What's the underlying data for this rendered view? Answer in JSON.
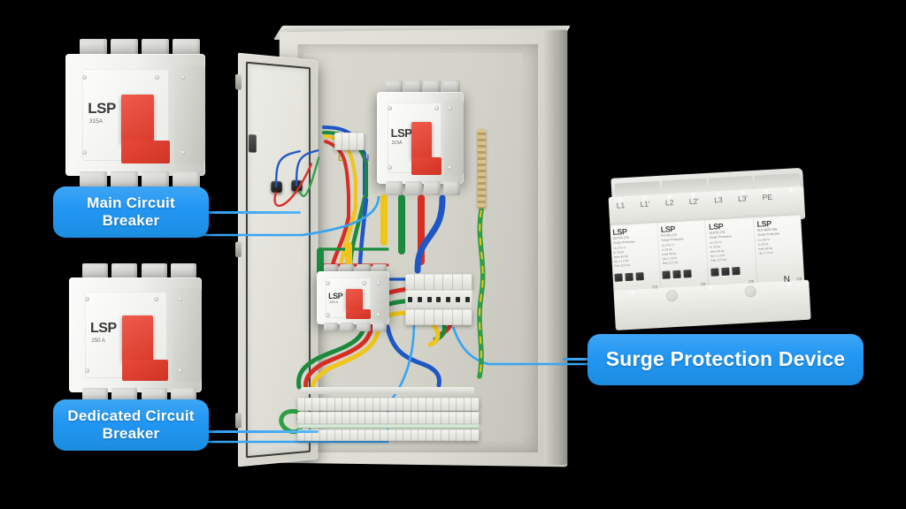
{
  "scene": {
    "background_color": "#000000",
    "title": "Electrical distribution cabinet with labelled components"
  },
  "callouts": [
    {
      "id": "main-circuit-breaker",
      "label": "Main Circuit\nBreaker",
      "line1": "Main Circuit",
      "line2": "Breaker",
      "color": "#2196f3",
      "text_color": "#ffffff"
    },
    {
      "id": "dedicated-circuit-breaker",
      "label": "Dedicated Circuit\nBreaker",
      "line1": "Dedicated Circuit",
      "line2": "Breaker",
      "color": "#2196f3",
      "text_color": "#ffffff"
    },
    {
      "id": "surge-protection-device",
      "label": "Surge Protection Device",
      "line1": "Surge Protection Device",
      "line2": "",
      "color": "#2196f3",
      "text_color": "#ffffff"
    }
  ],
  "products": {
    "main_breaker": {
      "brand": "LSP",
      "rating": "315A",
      "handle_color": "#e0442f",
      "body_color": "#f1f1ee",
      "poles": 4
    },
    "dedicated_breaker": {
      "brand": "LSP",
      "rating": "250 A",
      "handle_color": "#e0442f",
      "body_color": "#f1f1ee",
      "poles": 4
    },
    "panel_main_breaker": {
      "brand": "LSP",
      "rating": "315A",
      "handle_color": "#e0442f"
    },
    "panel_sub_breaker": {
      "brand": "LSP",
      "rating": "125 A",
      "handle_color": "#e0442f"
    },
    "spd": {
      "brand": "LSP",
      "terminals_top": [
        "L1",
        "L1'",
        "L2",
        "L2'",
        "L3",
        "L3'",
        "PE",
        ""
      ],
      "terminals_bottom": [
        "",
        "",
        "",
        "N"
      ],
      "neutral_label": "N",
      "modules": [
        {
          "brand": "LSP",
          "model": "SLP75-275",
          "tagline": "Surge Protection",
          "specs": [
            "Uc 275 V~",
            "In 20 kA",
            "Imax 40 kA",
            "Up ≤ 1.3 kV",
            "Iimp 12.5 kA"
          ],
          "cert": "CE",
          "windows": 3
        },
        {
          "brand": "LSP",
          "model": "FLP25-275",
          "tagline": "Surge Protection",
          "specs": [
            "Uc 275 V~",
            "In 20 kA",
            "Imax 40 kA",
            "Up ≤ 1.3 kV",
            "Iimp 12.5 kA"
          ],
          "cert": "CE",
          "windows": 3
        },
        {
          "brand": "LSP",
          "model": "SLP75-275",
          "tagline": "Surge Protection",
          "specs": [
            "Uc 275 V~",
            "In 20 kA",
            "Imax 40 kA",
            "Up ≤ 1.3 kV",
            "Iimp 12.5 kA"
          ],
          "cert": "CE",
          "windows": 3
        },
        {
          "brand": "LSP",
          "model": "SLP-NPE-255",
          "tagline": "Surge Protection",
          "specs": [
            "Uc 255 V~",
            "In 20 kA",
            "Imax 40 kA",
            "Up ≤ 1.5 kV"
          ],
          "cert": "CE",
          "windows": 0
        }
      ]
    }
  },
  "enclosure": {
    "type": "wall-mounted metal distribution cabinet",
    "body_color": "#d6d6cc",
    "door_state": "open",
    "terminal_markers": {
      "line": "L",
      "neutral": "N",
      "line_color": "#b7a300",
      "neutral_color": "#4a5fbd"
    },
    "earth_symbol": "⏚",
    "earth_bar": "brass earth busbar",
    "bottom_terminal_block": "DIN-rail terminal block row"
  },
  "wire_colors": {
    "line1": "#d62d25",
    "line2": "#1b8a3c",
    "line3": "#f0c419",
    "neutral": "#1f56c4",
    "earth": "#2f9e44",
    "tracer": "#37a4f2"
  }
}
